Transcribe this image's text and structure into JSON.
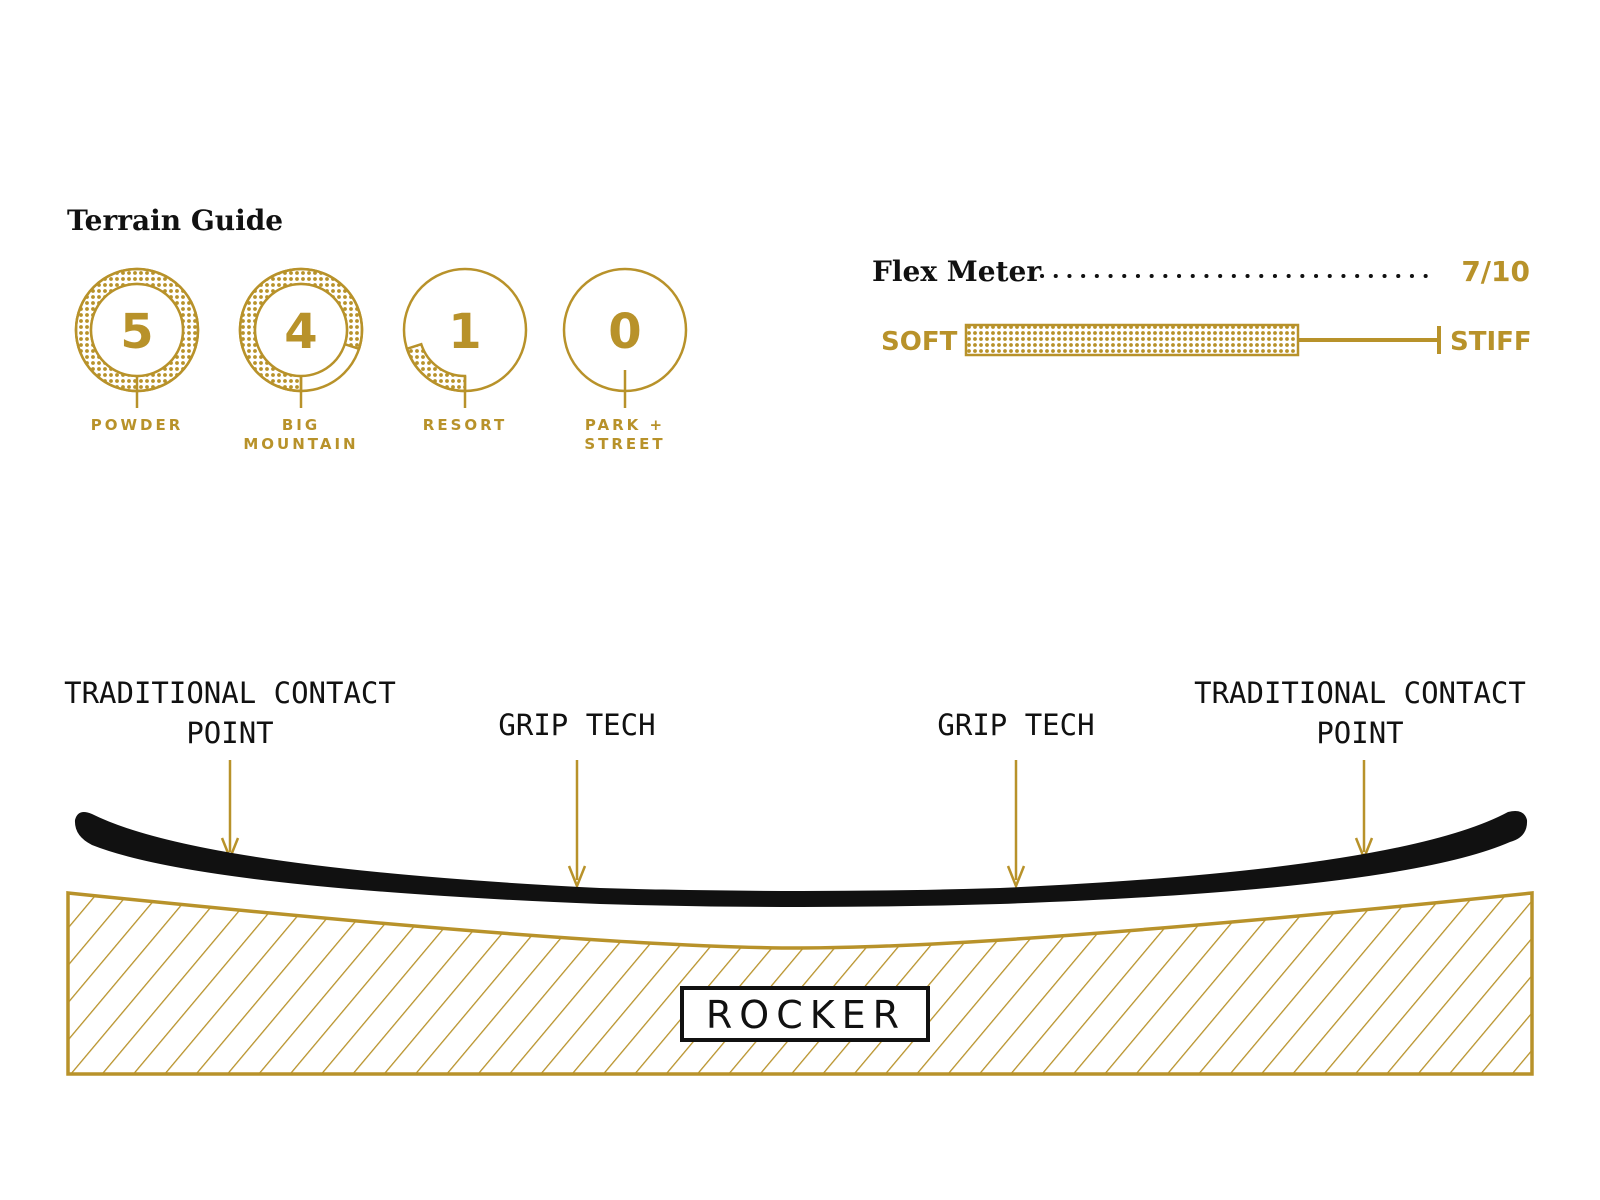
{
  "colors": {
    "gold": "#b8922a",
    "dark": "#111111",
    "background": "#ffffff"
  },
  "terrain_guide": {
    "title": "Terrain Guide",
    "max_score": 5,
    "items": [
      {
        "score": "5",
        "value": 5,
        "label_lines": [
          "POWDER"
        ]
      },
      {
        "score": "4",
        "value": 4,
        "label_lines": [
          "BIG",
          "MOUNTAIN"
        ]
      },
      {
        "score": "1",
        "value": 1,
        "label_lines": [
          "RESORT"
        ]
      },
      {
        "score": "0",
        "value": 0,
        "label_lines": [
          "PARK +",
          "STREET"
        ]
      }
    ]
  },
  "flex_meter": {
    "title": "Flex Meter",
    "rating_text": "7/10",
    "value": 7,
    "max": 10,
    "soft_label": "SOFT",
    "stiff_label": "STIFF"
  },
  "profile": {
    "callouts": [
      {
        "lines": [
          "TRADITIONAL CONTACT",
          "POINT"
        ]
      },
      {
        "lines": [
          "GRIP TECH"
        ]
      },
      {
        "lines": [
          "GRIP TECH"
        ]
      },
      {
        "lines": [
          "TRADITIONAL CONTACT",
          "POINT"
        ]
      }
    ],
    "profile_label": "ROCKER"
  }
}
